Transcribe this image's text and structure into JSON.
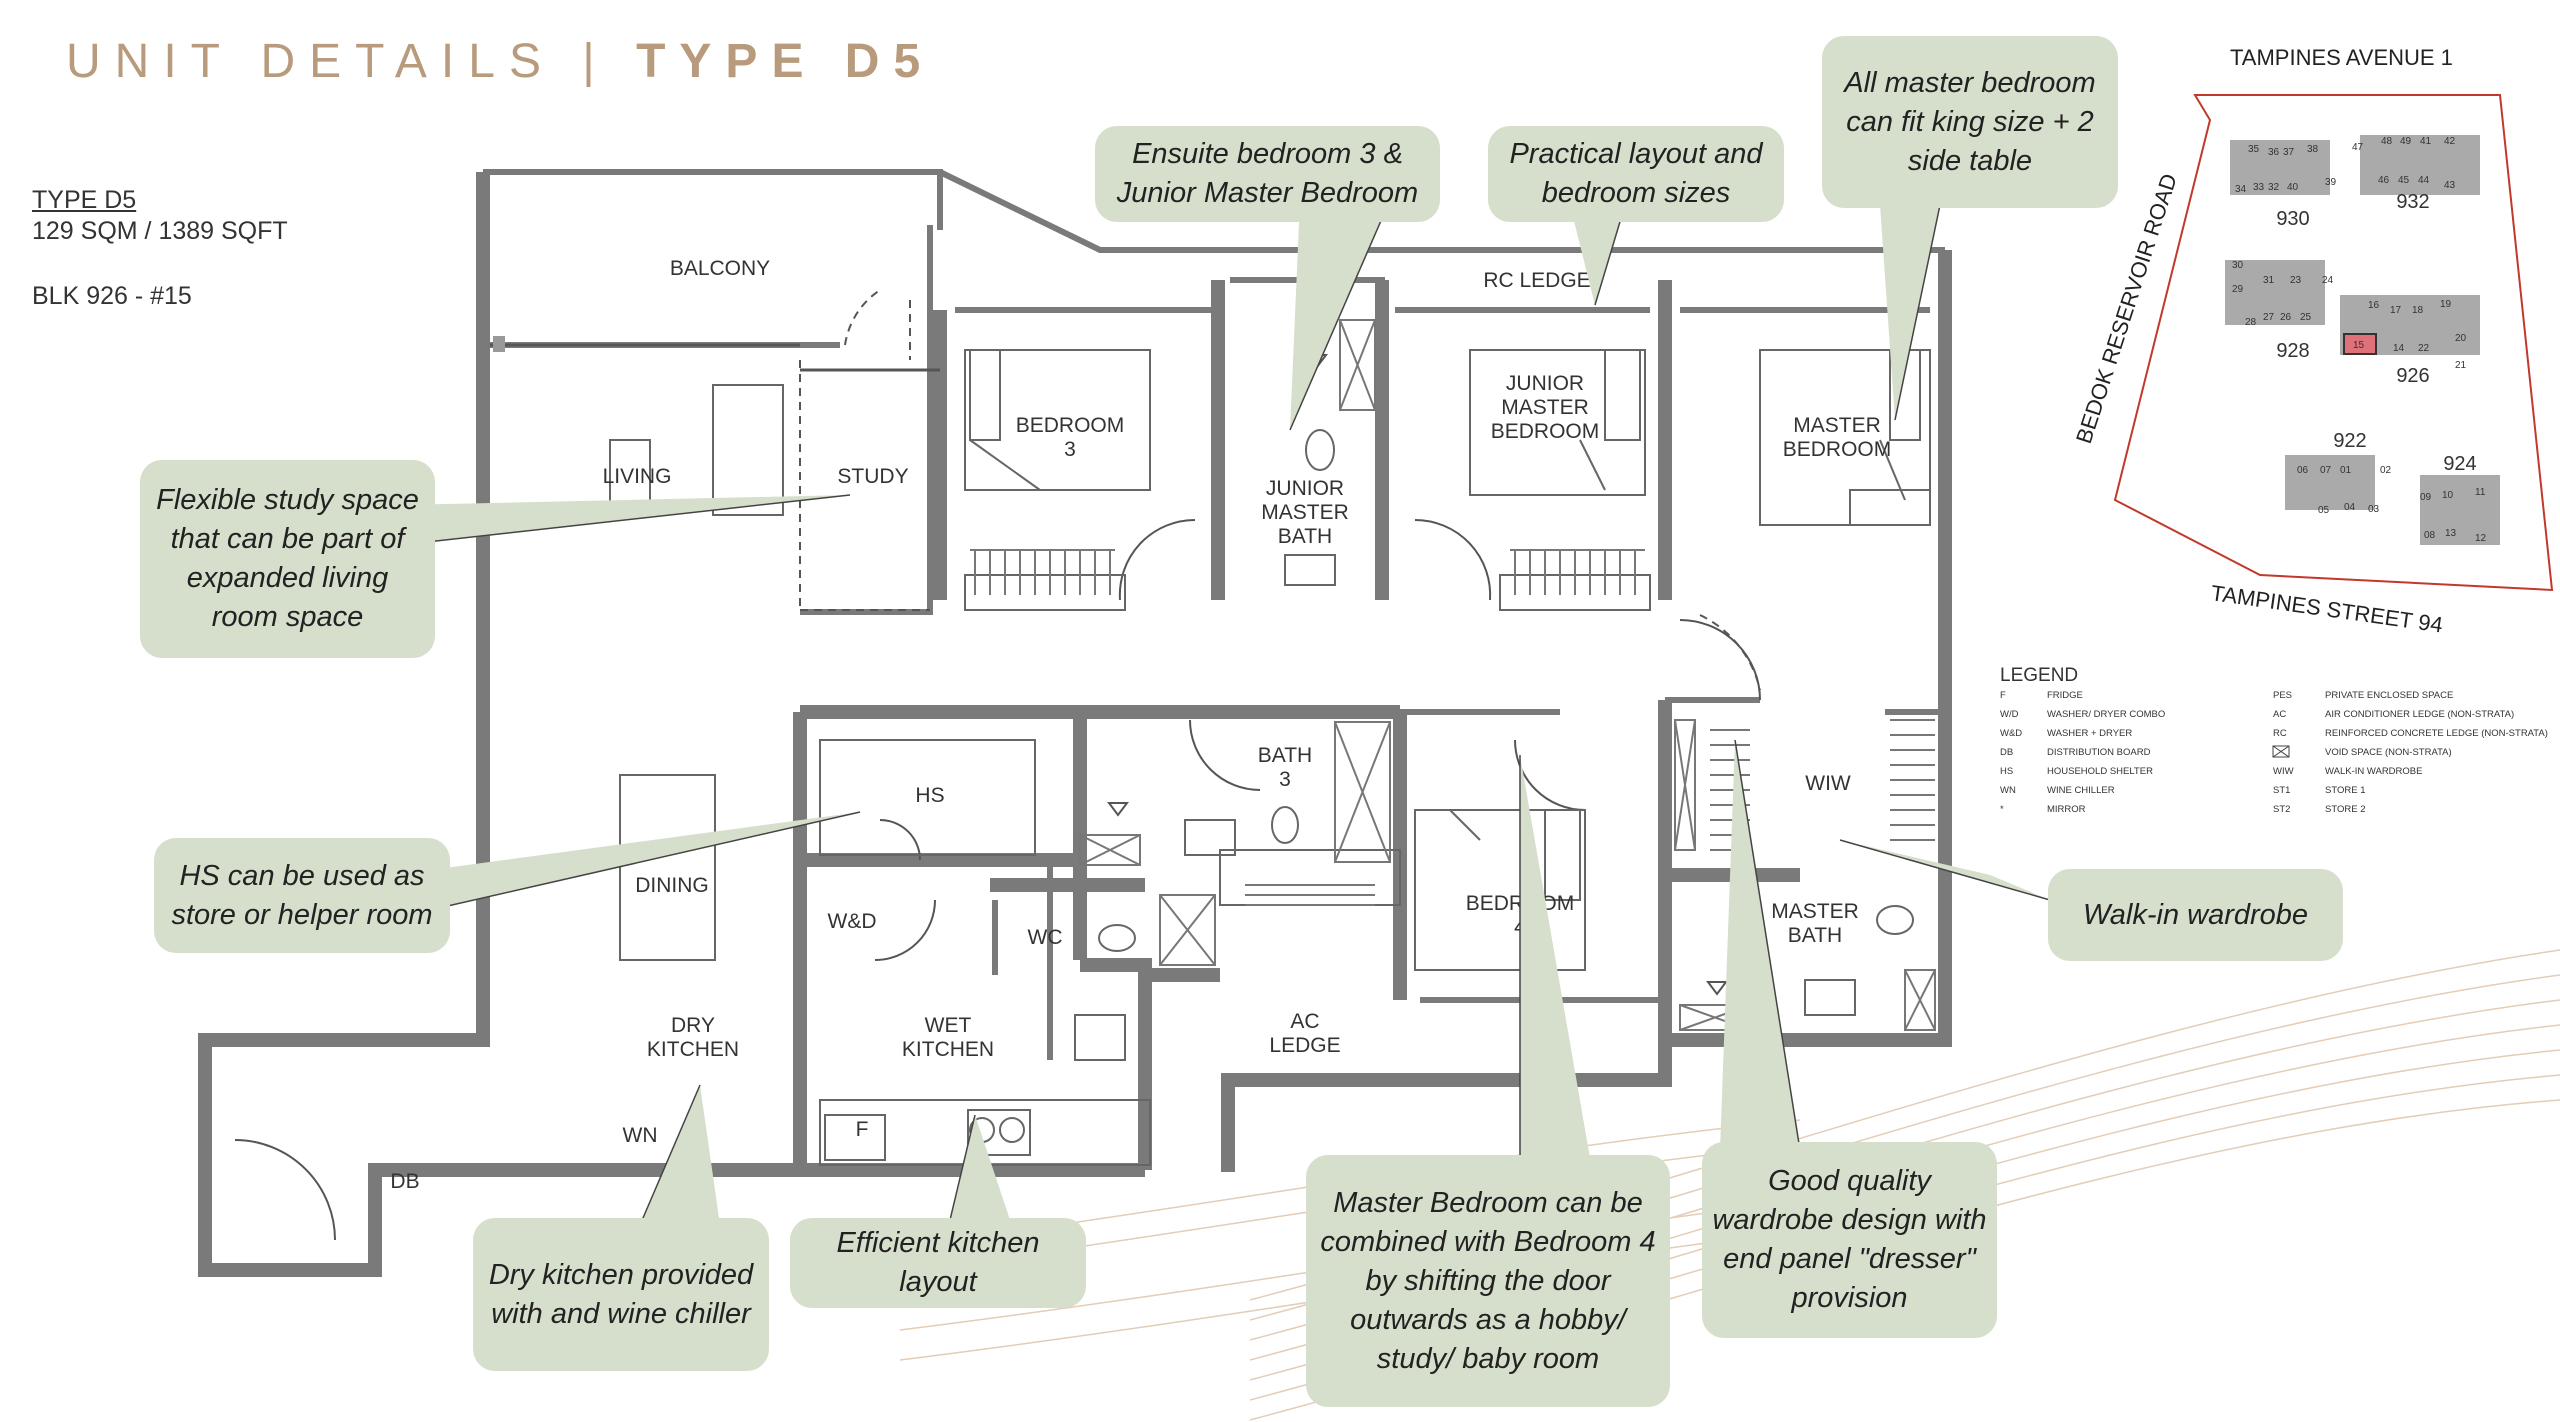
{
  "header": {
    "title_light": "UNIT DETAILS | ",
    "title_bold": "TYPE D5"
  },
  "unit_info": {
    "type": "TYPE D5",
    "area": "129 SQM / 1389 SQFT",
    "block": "BLK 926 - #15"
  },
  "rooms": {
    "balcony": "BALCONY",
    "living": "LIVING",
    "study": "STUDY",
    "bedroom3_a": "BEDROOM",
    "bedroom3_b": "3",
    "jmbath_a": "JUNIOR",
    "jmbath_b": "MASTER",
    "jmbath_c": "BATH",
    "rcledge": "RC LEDGE",
    "jmbed_a": "JUNIOR",
    "jmbed_b": "MASTER",
    "jmbed_c": "BEDROOM",
    "master_a": "MASTER",
    "master_b": "BEDROOM",
    "hs": "HS",
    "dining": "DINING",
    "wd": "W&D",
    "wc": "WC",
    "bath3_a": "BATH",
    "bath3_b": "3",
    "bed4_a": "BEDROOM",
    "bed4_b": "4",
    "wiw": "WIW",
    "mbath_a": "MASTER",
    "mbath_b": "BATH",
    "dryk_a": "DRY",
    "dryk_b": "KITCHEN",
    "wetk_a": "WET",
    "wetk_b": "KITCHEN",
    "acl_a": "AC",
    "acl_b": "LEDGE",
    "wn": "WN",
    "f": "F",
    "db": "DB"
  },
  "callouts": {
    "ensuite": "Ensuite bedroom 3 & Junior Master Bedroom",
    "practical": "Practical layout and bedroom sizes",
    "allmaster": "All master bedroom can fit king size + 2 side table",
    "flexstudy": "Flexible study space that can be part of expanded living room space",
    "hs": "HS can be used as store or helper room",
    "walkin": "Walk-in wardrobe",
    "masterbed": "Master Bedroom can be combined with Bedroom 4 by shifting the door outwards as a hobby/ study/ baby room",
    "wardrobe": "Good quality wardrobe design with end panel \"dresser\" provision",
    "drykitchen": "Dry kitchen provided with and wine chiller",
    "efficient": "Efficient kitchen layout"
  },
  "siteplan": {
    "road_top": "TAMPINES AVENUE 1",
    "road_left": "BEDOK RESERVOIR ROAD",
    "road_bottom": "TAMPINES STREET 94",
    "blocks": [
      "930",
      "932",
      "928",
      "926",
      "922",
      "924"
    ],
    "units": [
      "35",
      "36",
      "37",
      "38",
      "47",
      "48",
      "49",
      "41",
      "42",
      "34",
      "33",
      "32",
      "40",
      "39",
      "46",
      "45",
      "44",
      "43",
      "30",
      "29",
      "31",
      "23",
      "24",
      "28",
      "27",
      "26",
      "25",
      "16",
      "17",
      "18",
      "19",
      "15",
      "14",
      "22",
      "20",
      "21",
      "06",
      "07",
      "01",
      "02",
      "05",
      "04",
      "03",
      "09",
      "10",
      "11",
      "08",
      "13",
      "12"
    ]
  },
  "legend": {
    "title": "LEGEND",
    "left": [
      {
        "code": "F",
        "desc": "FRIDGE"
      },
      {
        "code": "W/D",
        "desc": "WASHER/ DRYER COMBO"
      },
      {
        "code": "W&D",
        "desc": "WASHER + DRYER"
      },
      {
        "code": "DB",
        "desc": "DISTRIBUTION BOARD"
      },
      {
        "code": "HS",
        "desc": "HOUSEHOLD SHELTER"
      },
      {
        "code": "WN",
        "desc": "WINE CHILLER"
      },
      {
        "code": "*",
        "desc": "MIRROR"
      }
    ],
    "right": [
      {
        "code": "PES",
        "desc": "PRIVATE ENCLOSED SPACE"
      },
      {
        "code": "AC",
        "desc": "AIR CONDITIONER LEDGE (NON-STRATA)"
      },
      {
        "code": "RC",
        "desc": "REINFORCED CONCRETE LEDGE (NON-STRATA)"
      },
      {
        "code": "",
        "desc": "VOID SPACE (NON-STRATA)"
      },
      {
        "code": "WIW",
        "desc": "WALK-IN WARDROBE"
      },
      {
        "code": "ST1",
        "desc": "STORE 1"
      },
      {
        "code": "ST2",
        "desc": "STORE 2"
      }
    ]
  },
  "colors": {
    "title": "#b89a7c",
    "wall": "#7a7a7a",
    "callout": "#d6dfcb",
    "highlight": "#e0707a",
    "site_border": "#c0392b"
  }
}
